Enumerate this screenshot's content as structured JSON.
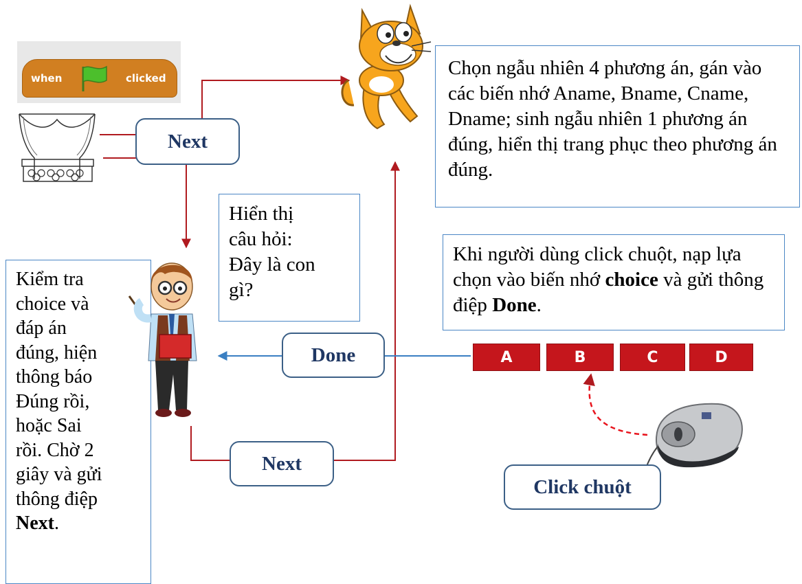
{
  "scratch_block": {
    "when": "when",
    "clicked": "clicked"
  },
  "cat_note": "Chọn ngẫu nhiên 4 phương án, gán vào các biến nhớ Aname, Bname, Cname, Dname; sinh ngẫu nhiên 1 phương án đúng, hiển thị trang phục theo phương án đúng.",
  "question_note": [
    "Hiển thị",
    "câu hỏi:",
    "Đây là con",
    "gì?"
  ],
  "click_note": {
    "before": "Khi người dùng click chuột, nạp lựa chọn vào biến nhớ ",
    "var": "choice",
    "mid": " và gửi thông điệp ",
    "msg": "Done",
    "end": "."
  },
  "check_note": {
    "lines": [
      "Kiểm tra",
      "choice và",
      "đáp án",
      "đúng, hiện",
      "thông báo",
      "Đúng rồi,",
      "hoặc Sai",
      "rồi. Chờ 2",
      "giây và gửi",
      "thông điệp"
    ],
    "bold": "Next",
    "end": "."
  },
  "messages": {
    "next_top": "Next",
    "done": "Done",
    "next_bottom": "Next",
    "click": "Click chuột"
  },
  "choices": [
    "A",
    "B",
    "C",
    "D"
  ],
  "colors": {
    "arrow_red": "#b01a1f",
    "arrow_blue": "#3a7fc2",
    "button_red": "#c5161c",
    "border_blue": "#4a86c5",
    "message_text": "#1f3763",
    "hat_block": "#d17f21"
  }
}
